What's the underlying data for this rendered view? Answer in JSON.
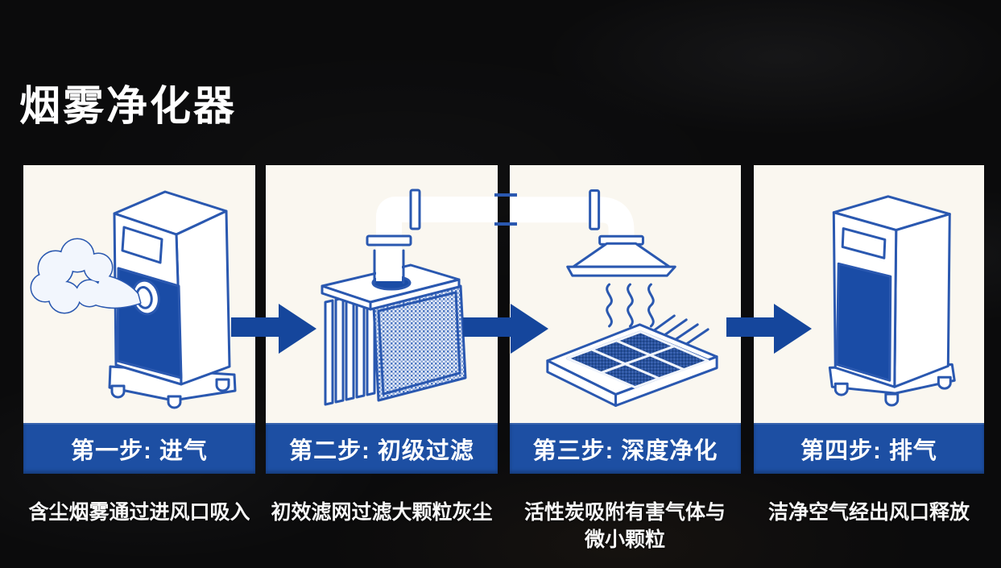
{
  "title": "烟雾净化器",
  "steps": [
    {
      "label": "第一步: 进气",
      "caption": "含尘烟雾通过进风口吸入",
      "icon": "intake-machine"
    },
    {
      "label": "第二步: 初级过滤",
      "caption": "初效滤网过滤大颗粒灰尘",
      "icon": "pre-filter-box"
    },
    {
      "label": "第三步: 深度净化",
      "caption": "活性炭吸附有害气体与微小颗粒",
      "icon": "carbon-filter-tray"
    },
    {
      "label": "第四步: 排气",
      "caption": "洁净空气经出风口释放",
      "icon": "exhaust-machine"
    }
  ],
  "colors": {
    "banner_blue": "#1d4fa3",
    "arrow_blue": "#15469c",
    "line_blue": "#2a58b0",
    "panel_blue": "#1a4ca6",
    "card_bg": "#faf7f0",
    "background": "#0b0b0c",
    "text": "#ffffff"
  }
}
